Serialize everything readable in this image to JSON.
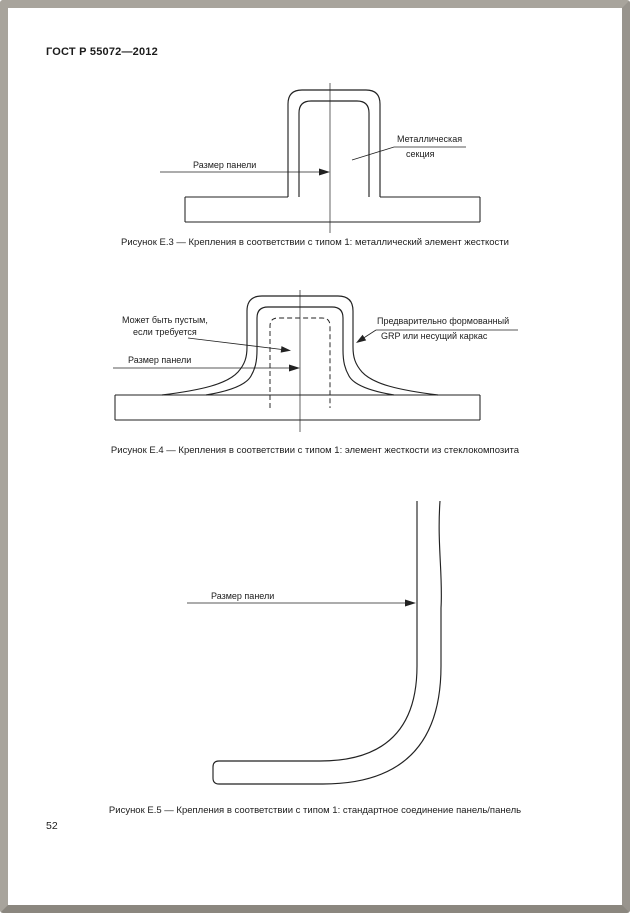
{
  "page": {
    "header": "ГОСТ Р 55072—2012",
    "page_number": "52"
  },
  "colors": {
    "ink": "#222222",
    "paper": "#ffffff",
    "surround": "#a8a49c"
  },
  "figures": [
    {
      "id": "E.3",
      "caption": "Рисунок Е.3 — Крепления в соответствии с типом 1: металлический элемент жесткости",
      "labels": {
        "panel_size": "Размер панели",
        "metal_section_line1": "Металлическая",
        "metal_section_line2": "секция"
      }
    },
    {
      "id": "E.4",
      "caption": "Рисунок Е.4 — Крепления в соответствии с типом 1: элемент жесткости из стеклокомпозита",
      "labels": {
        "may_be_empty_line1": "Может быть пустым,",
        "may_be_empty_line2": "если требуется",
        "panel_size": "Размер панели",
        "grp_line1": "Предварительно формованный",
        "grp_line2": "GRP или несущий каркас"
      }
    },
    {
      "id": "E.5",
      "caption": "Рисунок Е.5 — Крепления в соответствии с типом 1: стандартное соединение панель/панель",
      "labels": {
        "panel_size": "Размер панели"
      }
    }
  ]
}
